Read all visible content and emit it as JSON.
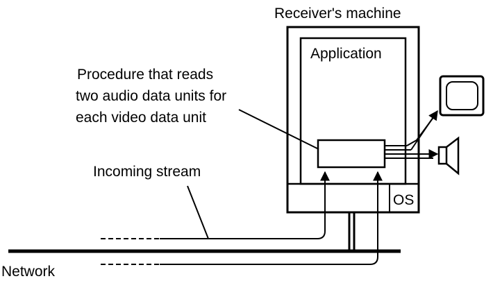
{
  "labels": {
    "receiver_machine": "Receiver's machine",
    "application": "Application",
    "procedure_line1": "Procedure that reads",
    "procedure_line2": "two audio data units for",
    "procedure_line3": "each video data unit",
    "incoming_stream": "Incoming stream",
    "os": "OS",
    "network": "Network"
  },
  "icons": {
    "display": "monitor-icon",
    "audio": "speaker-icon"
  },
  "colors": {
    "ink": "#000000",
    "background": "#ffffff"
  }
}
